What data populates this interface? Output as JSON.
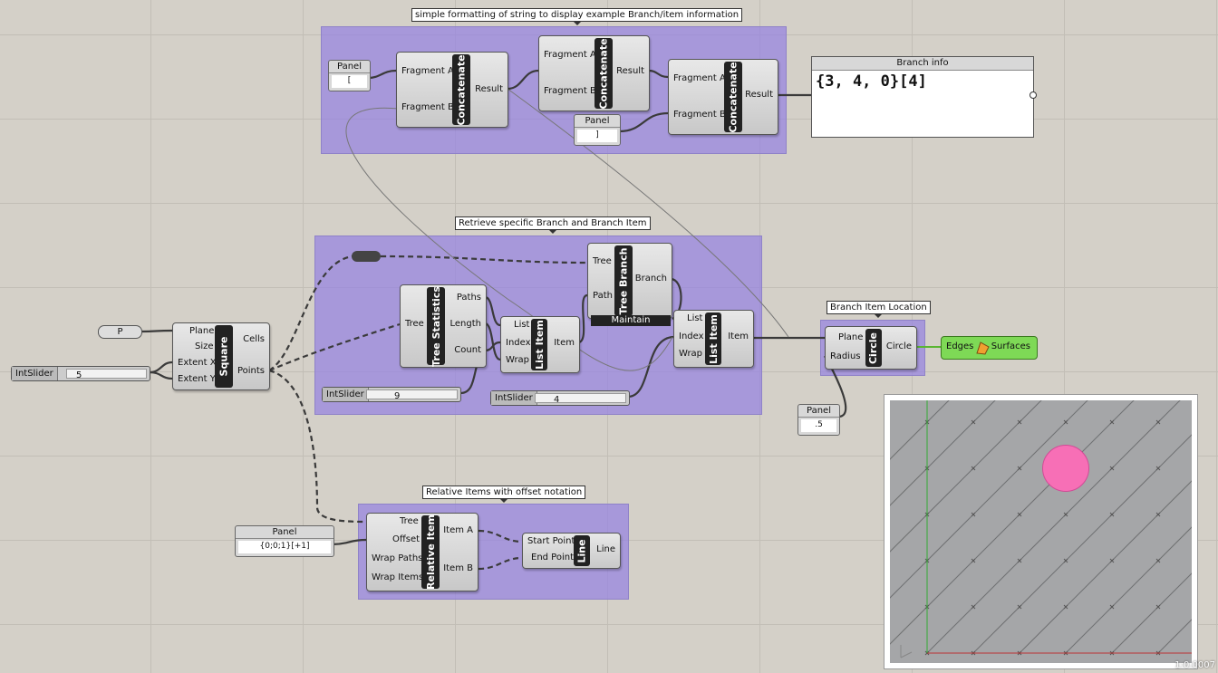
{
  "groups": {
    "top_title": "simple formatting of string to display example Branch/item information",
    "middle_title": "Retrieve specific Branch and Branch Item",
    "location_title": "Branch Item Location",
    "relative_title": "Relative Items with offset notation"
  },
  "panels": {
    "bracket_open": {
      "title": "Panel",
      "value": "["
    },
    "bracket_close": {
      "title": "Panel",
      "value": "]"
    },
    "radius": {
      "title": "Panel",
      "value": ".5"
    },
    "offset": {
      "title": "Panel",
      "value": "{0;0;1}[+1]"
    },
    "branch_info": {
      "title": "Branch info",
      "value": "{3, 4, 0}[4]"
    }
  },
  "concat": {
    "name": "Concatenate",
    "in_a": "Fragment A",
    "in_b": "Fragment B",
    "out": "Result"
  },
  "square": {
    "name": "Square",
    "in_plane": "Plane",
    "in_size": "Size",
    "in_ex": "Extent X",
    "in_ey": "Extent Y",
    "out_cells": "Cells",
    "out_points": "Points"
  },
  "param_p": "P",
  "tree_stats": {
    "name": "Tree Statistics",
    "in_tree": "Tree",
    "out_paths": "Paths",
    "out_length": "Length",
    "out_count": "Count"
  },
  "tree_branch": {
    "name": "Tree Branch",
    "in_tree": "Tree",
    "in_path": "Path",
    "out_branch": "Branch",
    "maintain": "Maintain"
  },
  "list_item": {
    "name": "List Item",
    "in_list": "List",
    "in_index": "Index",
    "in_wrap": "Wrap",
    "out_item": "Item"
  },
  "circle": {
    "name": "Circle",
    "in_plane": "Plane",
    "in_radius": "Radius",
    "out": "Circle"
  },
  "boundary": {
    "in": "Edges",
    "out": "Surfaces"
  },
  "relative": {
    "name": "Relative Item",
    "in_tree": "Tree",
    "in_offset": "Offset",
    "in_wrap_paths": "Wrap Paths",
    "in_wrap_items": "Wrap Items",
    "out_a": "Item A",
    "out_b": "Item B"
  },
  "line": {
    "name": "Line",
    "in_start": "Start Point",
    "in_end": "End Point",
    "out": "Line"
  },
  "sliders": {
    "extent": {
      "name": "IntSlider",
      "value": "5"
    },
    "tree_index": {
      "name": "IntSlider",
      "value": "9"
    },
    "item_index": {
      "name": "IntSlider",
      "value": "4"
    }
  },
  "zoom": "1:0.0007",
  "colors": {
    "group": "#9682e1",
    "boundary": "#7ed956",
    "circle": "#f76fb6",
    "viewport": "#a5a6a8"
  },
  "viewport_grid": {
    "cols": 6,
    "rows": 5,
    "circle_col": 3,
    "circle_row": 1,
    "circle_radius_cells": 0.5
  }
}
